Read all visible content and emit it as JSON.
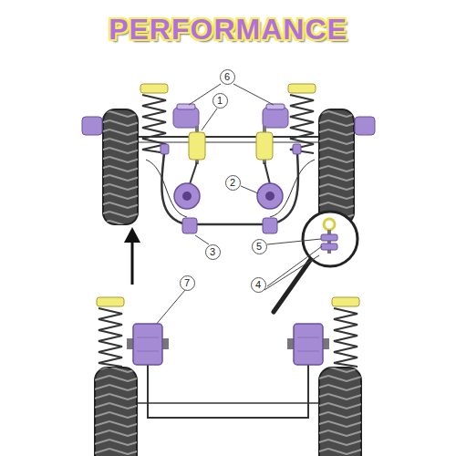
{
  "diagram": {
    "title": "PERFORMANCE",
    "labels": [
      "6",
      "1",
      "2",
      "3",
      "5",
      "4",
      "7"
    ]
  }
}
